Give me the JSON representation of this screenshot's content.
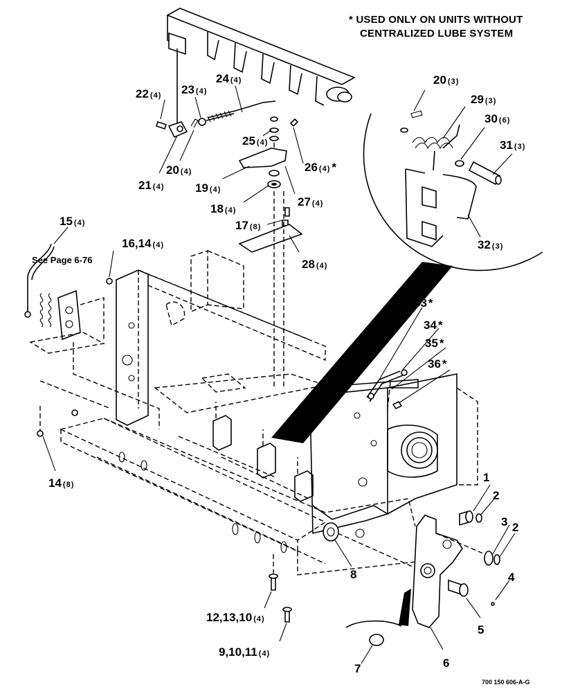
{
  "note": {
    "line1": "* USED ONLY ON UNITS WITHOUT",
    "line2": "CENTRALIZED LUBE SYSTEM"
  },
  "reference": "See Page 6-76",
  "drawing_code": "700 150 606-A-G",
  "callouts": [
    {
      "id": "c22",
      "num": "22",
      "qty": "(4)",
      "star": ""
    },
    {
      "id": "c23",
      "num": "23",
      "qty": "(4)",
      "star": ""
    },
    {
      "id": "c24",
      "num": "24",
      "qty": "(4)",
      "star": ""
    },
    {
      "id": "c25",
      "num": "25",
      "qty": "(4)",
      "star": ""
    },
    {
      "id": "c21",
      "num": "21",
      "qty": "(4)",
      "star": ""
    },
    {
      "id": "c20b",
      "num": "20",
      "qty": "(4)",
      "star": ""
    },
    {
      "id": "c26",
      "num": "26",
      "qty": "(4)",
      "star": "*"
    },
    {
      "id": "c19",
      "num": "19",
      "qty": "(4)",
      "star": ""
    },
    {
      "id": "c27",
      "num": "27",
      "qty": "(4)",
      "star": ""
    },
    {
      "id": "c18",
      "num": "18",
      "qty": "(4)",
      "star": ""
    },
    {
      "id": "c17",
      "num": "17",
      "qty": "(8)",
      "star": ""
    },
    {
      "id": "c28",
      "num": "28",
      "qty": "(4)",
      "star": ""
    },
    {
      "id": "c20a",
      "num": "20",
      "qty": "(3)",
      "star": ""
    },
    {
      "id": "c29",
      "num": "29",
      "qty": "(3)",
      "star": ""
    },
    {
      "id": "c30",
      "num": "30",
      "qty": "(6)",
      "star": ""
    },
    {
      "id": "c31",
      "num": "31",
      "qty": "(3)",
      "star": ""
    },
    {
      "id": "c32",
      "num": "32",
      "qty": "(3)",
      "star": ""
    },
    {
      "id": "c15",
      "num": "15",
      "qty": "(4)",
      "star": ""
    },
    {
      "id": "c1614",
      "num": "16,14",
      "qty": "(4)",
      "star": ""
    },
    {
      "id": "c33",
      "num": "33",
      "qty": "",
      "star": "*"
    },
    {
      "id": "c34",
      "num": "34",
      "qty": "",
      "star": "*"
    },
    {
      "id": "c35",
      "num": "35",
      "qty": "",
      "star": "*"
    },
    {
      "id": "c36",
      "num": "36",
      "qty": "",
      "star": "*"
    },
    {
      "id": "c14",
      "num": "14",
      "qty": "(8)",
      "star": ""
    },
    {
      "id": "c1",
      "num": "1",
      "qty": "",
      "star": ""
    },
    {
      "id": "c2a",
      "num": "2",
      "qty": "",
      "star": ""
    },
    {
      "id": "c3",
      "num": "3",
      "qty": "",
      "star": ""
    },
    {
      "id": "c2b",
      "num": "2",
      "qty": "",
      "star": ""
    },
    {
      "id": "c4",
      "num": "4",
      "qty": "",
      "star": ""
    },
    {
      "id": "c8",
      "num": "8",
      "qty": "",
      "star": ""
    },
    {
      "id": "c5",
      "num": "5",
      "qty": "",
      "star": ""
    },
    {
      "id": "c121310",
      "num": "12,13,10",
      "qty": "(4)",
      "star": ""
    },
    {
      "id": "c91011",
      "num": "9,10,11",
      "qty": "(4)",
      "star": ""
    },
    {
      "id": "c6",
      "num": "6",
      "qty": "",
      "star": ""
    },
    {
      "id": "c7",
      "num": "7",
      "qty": "",
      "star": ""
    }
  ]
}
